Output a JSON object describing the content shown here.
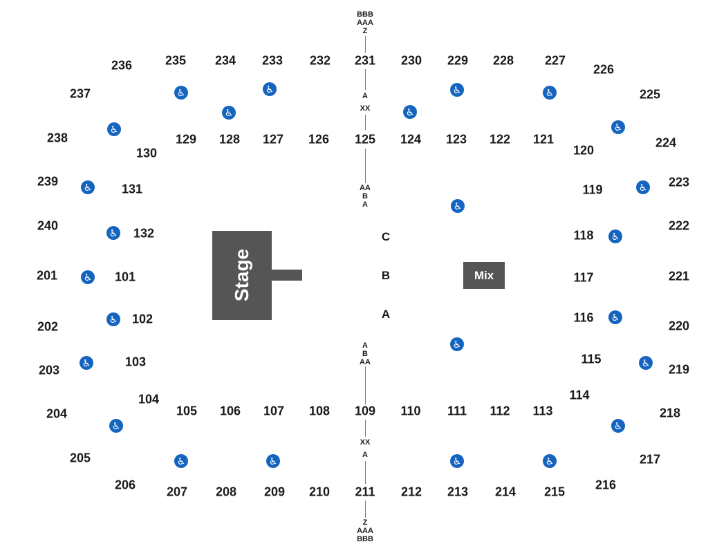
{
  "stage_label": "Stage",
  "mix_label": "Mix",
  "floor_rows": {
    "c": "C",
    "b": "B",
    "a": "A"
  },
  "aisle_rows": {
    "top_upper": [
      "BBB",
      "AAA",
      "Z"
    ],
    "top_mid": [
      "A",
      "XX"
    ],
    "top_floor": [
      "AA",
      "B",
      "A"
    ],
    "bottom_floor": [
      "A",
      "B",
      "AA"
    ],
    "bottom_mid": [
      "XX",
      "A"
    ],
    "bottom_upper": [
      "Z",
      "AAA",
      "BBB"
    ]
  },
  "sections": {
    "s101": "101",
    "s102": "102",
    "s103": "103",
    "s104": "104",
    "s105": "105",
    "s106": "106",
    "s107": "107",
    "s108": "108",
    "s109": "109",
    "s110": "110",
    "s111": "111",
    "s112": "112",
    "s113": "113",
    "s114": "114",
    "s115": "115",
    "s116": "116",
    "s117": "117",
    "s118": "118",
    "s119": "119",
    "s120": "120",
    "s121": "121",
    "s122": "122",
    "s123": "123",
    "s124": "124",
    "s125": "125",
    "s126": "126",
    "s127": "127",
    "s128": "128",
    "s129": "129",
    "s130": "130",
    "s131": "131",
    "s132": "132",
    "s201": "201",
    "s202": "202",
    "s203": "203",
    "s204": "204",
    "s205": "205",
    "s206": "206",
    "s207": "207",
    "s208": "208",
    "s209": "209",
    "s210": "210",
    "s211": "211",
    "s212": "212",
    "s213": "213",
    "s214": "214",
    "s215": "215",
    "s216": "216",
    "s217": "217",
    "s218": "218",
    "s219": "219",
    "s220": "220",
    "s221": "221",
    "s222": "222",
    "s223": "223",
    "s224": "224",
    "s225": "225",
    "s226": "226",
    "s227": "227",
    "s228": "228",
    "s229": "229",
    "s230": "230",
    "s231": "231",
    "s232": "232",
    "s233": "233",
    "s234": "234",
    "s235": "235",
    "s236": "236",
    "s237": "237",
    "s238": "238",
    "s239": "239",
    "s240": "240"
  },
  "icons": {
    "wheelchair": "wheelchair-accessible-icon",
    "glyph": "♿"
  },
  "colors": {
    "stage": "#555555",
    "wheelchair": "#1565c0",
    "text": "#1a1a1a"
  }
}
